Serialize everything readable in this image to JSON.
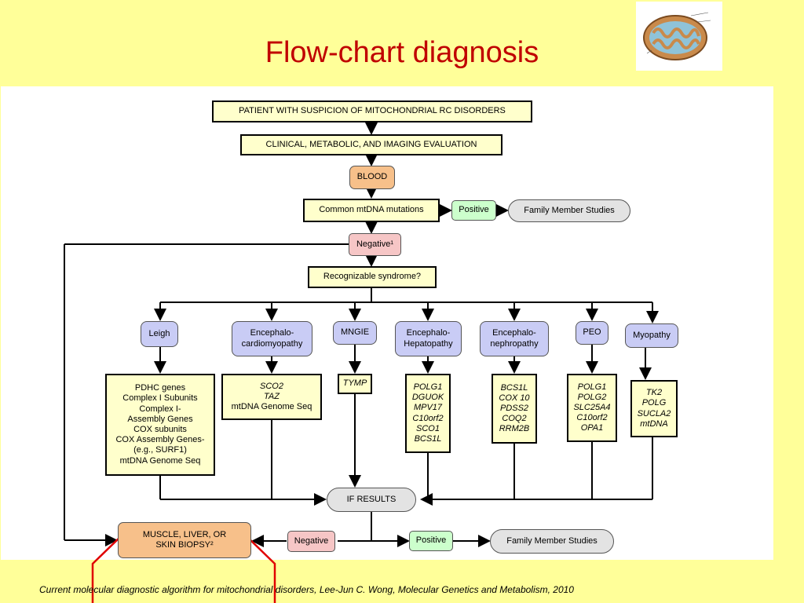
{
  "title": "Flow-chart diagnosis",
  "logo": {
    "icon": "mitochondrion-icon"
  },
  "flow": {
    "patient": "PATIENT WITH SUSPICION OF MITOCHONDRIAL RC DISORDERS",
    "clinical": "CLINICAL, METABOLIC, AND IMAGING EVALUATION",
    "blood": "BLOOD",
    "common": "Common mtDNA mutations",
    "positive1": "Positive",
    "family1": "Family Member Studies",
    "negative1": "Negative¹",
    "syndrome": "Recognizable syndrome?",
    "syndromes": [
      {
        "label": "Leigh",
        "genes": [
          "PDHC genes",
          "Complex I Subunits",
          "Complex I-",
          "Assembly Genes",
          "COX subunits",
          "COX Assembly Genes-",
          "(e.g., SURF1)",
          "mtDNA Genome Seq"
        ]
      },
      {
        "label": "Encephalo-cardiomyopathy",
        "genes": [
          "SCO2",
          "TAZ",
          "mtDNA Genome Seq"
        ]
      },
      {
        "label": "MNGIE",
        "genes": [
          "TYMP"
        ]
      },
      {
        "label": "Encephalo-Hepatopathy",
        "genes": [
          "POLG1",
          "DGUOK",
          "MPV17",
          "C10orf2",
          "SCO1",
          "BCS1L"
        ]
      },
      {
        "label": "Encephalo-nephropathy",
        "genes": [
          "BCS1L",
          "COX 10",
          "PDSS2",
          "COQ2",
          "RRM2B"
        ]
      },
      {
        "label": "PEO",
        "genes": [
          "POLG1",
          "POLG2",
          "SLC25A4",
          "C10orf2",
          "OPA1"
        ]
      },
      {
        "label": "Myopathy",
        "genes": [
          "TK2",
          "POLG",
          "SUCLA2",
          "mtDNA"
        ]
      }
    ],
    "if_results": "IF RESULTS",
    "biopsy_line1": "MUSCLE, LIVER, OR",
    "biopsy_line2": "SKIN BIOPSY²",
    "negative2": "Negative",
    "positive2": "Positive",
    "family2": "Family Member Studies"
  },
  "footer": "Current molecular diagnostic algorithm for mitochondrial disorders, Lee-Jun C. Wong, Molecular Genetics and Metabolism, 2010",
  "colors": {
    "background": "#ffff99",
    "title": "#c00000",
    "annotation": "#e00000"
  }
}
